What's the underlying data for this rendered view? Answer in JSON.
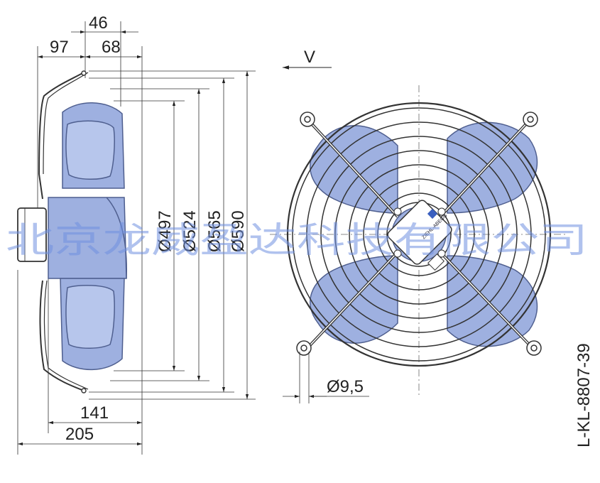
{
  "side_view": {
    "dims_top": [
      "46",
      "97",
      "68"
    ],
    "dims_bottom": [
      "141",
      "205"
    ],
    "diameters": [
      "Ø497",
      "Ø524",
      "Ø565",
      "Ø590"
    ]
  },
  "front_view": {
    "view_label": "V",
    "hole_dim": "Ø9,5",
    "brand_label": "ZIEHL-ABEGG"
  },
  "drawing_number": "L-KL-8807-39",
  "watermark": "北京龙威盈达科技有限公司",
  "colors": {
    "blade_fill": "#9eb0e0",
    "blade_stroke": "#4f5f8f",
    "line": "#333333",
    "watermark": "#6f8fe0"
  }
}
